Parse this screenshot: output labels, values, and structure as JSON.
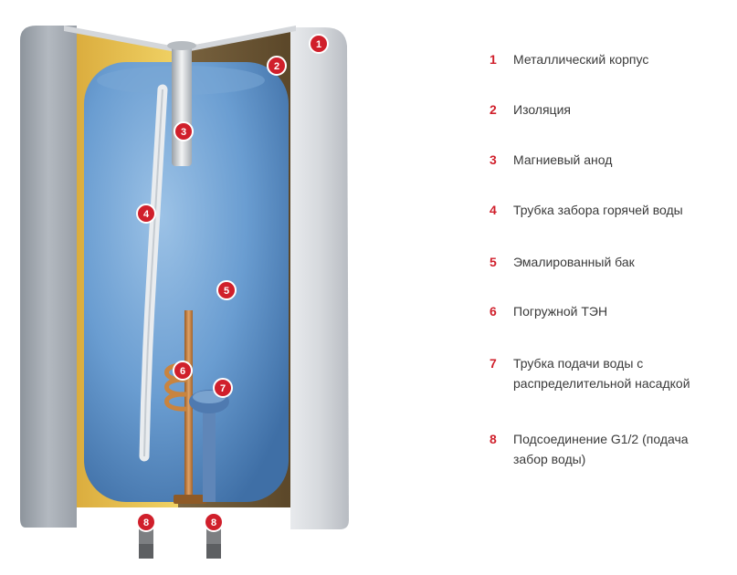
{
  "colors": {
    "accent_red": "#d01f2b",
    "tank_blue": "#5f93c8",
    "casing_grey": "#c4c8ce",
    "insulation_yellow": "#e6c04a",
    "insulation_brown": "#6b5532",
    "legend_text": "#3a3a3a"
  },
  "diagram": {
    "markers": [
      "1",
      "2",
      "3",
      "4",
      "5",
      "6",
      "7",
      "8",
      "8"
    ]
  },
  "legend": [
    {
      "num": "1",
      "text": "Металлический корпус"
    },
    {
      "num": "2",
      "text": "Изоляция"
    },
    {
      "num": "3",
      "text": "Магниевый анод"
    },
    {
      "num": "4",
      "text": "Трубка забора горячей воды"
    },
    {
      "num": "5",
      "text": "Эмалированный бак"
    },
    {
      "num": "6",
      "text": "Погружной ТЭН"
    },
    {
      "num": "7",
      "text": "Трубка подачи воды с",
      "text2": "распределительной насадкой"
    },
    {
      "num": "8",
      "text": "Подсоединение G1/2 (подача",
      "text2": "забор воды)"
    }
  ]
}
